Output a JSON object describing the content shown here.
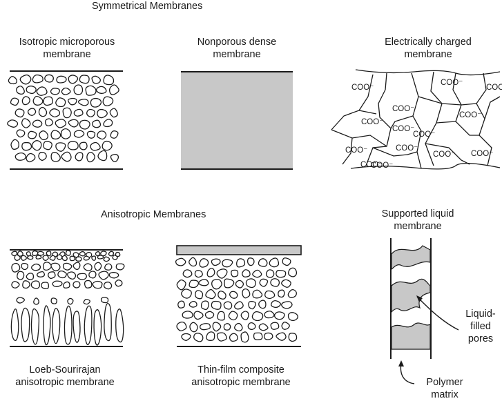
{
  "sections": {
    "symmetric_title": "Symmetrical Membranes",
    "anisotropic_title": "Anisotropic Membranes"
  },
  "panels": {
    "isotropic": {
      "line1": "Isotropic microporous",
      "line2": "membrane"
    },
    "dense": {
      "line1": "Nonporous dense",
      "line2": "membrane"
    },
    "charged": {
      "line1": "Electrically charged",
      "line2": "membrane",
      "group_label": "COO⁻"
    },
    "loeb": {
      "line1": "Loeb-Sourirajan",
      "line2": "anisotropic membrane"
    },
    "thinfilm": {
      "line1": "Thin-film composite",
      "line2": "anisotropic membrane"
    },
    "liquid": {
      "line1": "Supported liquid",
      "line2": "membrane"
    }
  },
  "annotations": {
    "pores": {
      "line1": "Liquid-",
      "line2": "filled",
      "line3": "pores"
    },
    "matrix": {
      "line1": "Polymer",
      "line2": "matrix"
    }
  },
  "colors": {
    "ink": "#1a1a1a",
    "dense_fill": "#c8c8c8",
    "liquid_fill": "#c8c8c8"
  }
}
